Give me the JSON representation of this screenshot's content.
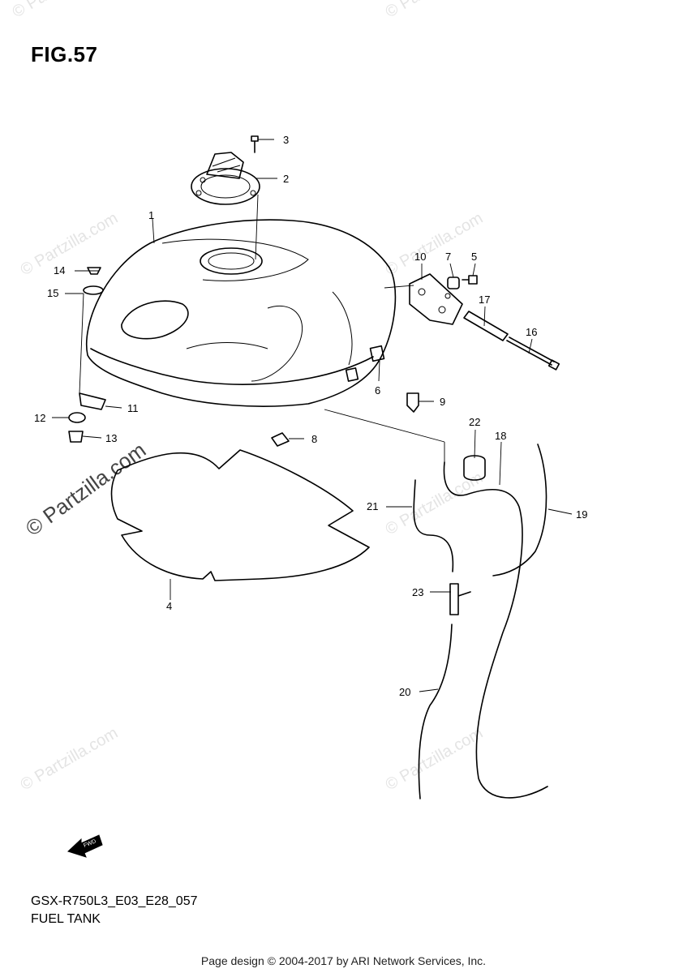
{
  "figure": {
    "title": "FIG.57",
    "model_code": "GSX-R750L3_E03_E28_057",
    "name": "FUEL TANK"
  },
  "watermark": {
    "text": "© Partzilla.com"
  },
  "footer": {
    "text": "Page design © 2004-2017 by ARI Network Services, Inc."
  },
  "fwd_arrow": {
    "label": "FWD"
  },
  "callouts": [
    {
      "id": "1",
      "label": "1"
    },
    {
      "id": "2",
      "label": "2"
    },
    {
      "id": "3",
      "label": "3"
    },
    {
      "id": "4",
      "label": "4"
    },
    {
      "id": "5",
      "label": "5"
    },
    {
      "id": "6",
      "label": "6"
    },
    {
      "id": "7",
      "label": "7"
    },
    {
      "id": "8",
      "label": "8"
    },
    {
      "id": "9",
      "label": "9"
    },
    {
      "id": "10",
      "label": "10"
    },
    {
      "id": "11",
      "label": "11"
    },
    {
      "id": "12",
      "label": "12"
    },
    {
      "id": "13",
      "label": "13"
    },
    {
      "id": "14",
      "label": "14"
    },
    {
      "id": "15",
      "label": "15"
    },
    {
      "id": "16",
      "label": "16"
    },
    {
      "id": "17",
      "label": "17"
    },
    {
      "id": "18",
      "label": "18"
    },
    {
      "id": "19",
      "label": "19"
    },
    {
      "id": "20",
      "label": "20"
    },
    {
      "id": "21",
      "label": "21"
    },
    {
      "id": "22",
      "label": "22"
    },
    {
      "id": "23",
      "label": "23"
    }
  ]
}
